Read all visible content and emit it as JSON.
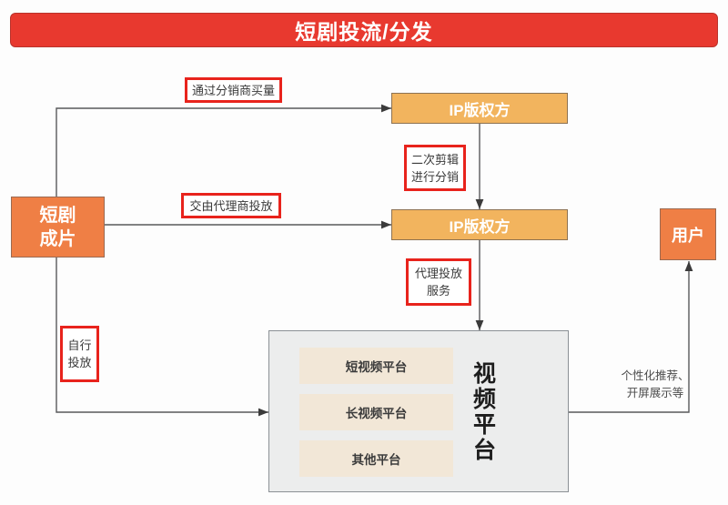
{
  "title": {
    "text": "短剧投流/分发"
  },
  "nodes": {
    "source": "短剧\n成片",
    "source_line1": "短剧",
    "source_line2": "成片",
    "ip_owner_1": "IP版权方",
    "ip_owner_2": "IP版权方",
    "user": "用户"
  },
  "annotations": {
    "via_distributor": "通过分销商买量",
    "recut_line1": "二次剪辑",
    "recut_line2": "进行分销",
    "via_agency": "交由代理商投放",
    "agency_service_line1": "代理投放",
    "agency_service_line2": "服务",
    "self_serve_line1": "自行",
    "self_serve_line2": "投放"
  },
  "notes": {
    "recommend_line1": "个性化推荐、",
    "recommend_line2": "开屏展示等"
  },
  "video_panel": {
    "label": "视频平台",
    "platforms": [
      "短视频平台",
      "长视频平台",
      "其他平台"
    ]
  },
  "colors": {
    "banner_red": "#e8392f",
    "annotation_red": "#e8231c",
    "node_orange": "#ef7f45",
    "node_tan": "#f2b45e",
    "panel_gray": "#eceded",
    "platform_beige": "#f2e7d7",
    "wire_gray": "#58595b"
  }
}
